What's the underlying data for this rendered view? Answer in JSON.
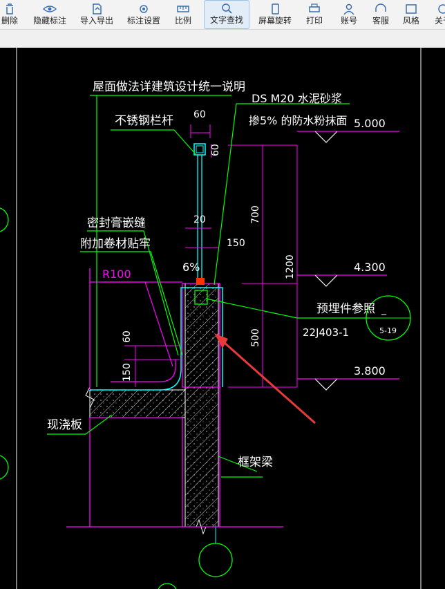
{
  "toolbar": {
    "items": [
      {
        "label": "删除",
        "icon": "delete-icon"
      },
      {
        "label": "隐藏标注",
        "icon": "eye-icon"
      },
      {
        "label": "导入导出",
        "icon": "import-export-icon"
      },
      {
        "label": "标注设置",
        "icon": "settings-icon"
      },
      {
        "label": "比例",
        "icon": "scale-icon"
      },
      {
        "label": "文字查找",
        "icon": "text-search-icon",
        "active": true
      },
      {
        "label": "屏幕旋转",
        "icon": "rotate-screen-icon"
      },
      {
        "label": "打印",
        "icon": "print-icon"
      },
      {
        "label": "账号",
        "icon": "account-icon"
      },
      {
        "label": "客服",
        "icon": "headset-icon"
      },
      {
        "label": "风格",
        "icon": "style-icon"
      },
      {
        "label": "关于",
        "icon": "about-icon"
      }
    ]
  },
  "drawing": {
    "roof_note": "屋面做法详建筑设计统一说明",
    "railing_label": "不锈钢栏杆",
    "mortar_line1": "DS  M20  水泥砂浆",
    "mortar_line2": "掺5%  的防水粉抹面",
    "sealant_label": "密封膏嵌缝",
    "membrane_label": "附加卷材贴牢",
    "radius_label": "R100",
    "slope_label": "6%",
    "slab_label": "现浇板",
    "beam_label": "框架梁",
    "embed_label": "预埋件参照",
    "atlas_code": "22J403-1",
    "detail_top": "_",
    "detail_bottom": "5-19",
    "dims": {
      "d60_top": "60",
      "d60_side": "60",
      "d20": "20",
      "d150_right": "150",
      "d700": "700",
      "d1200": "1200",
      "d500": "500",
      "d60_left": "60",
      "d150_left": "150"
    },
    "elevations": [
      "5.000",
      "4.300",
      "3.800"
    ]
  },
  "colors": {
    "magenta": "#ff00ff",
    "cyan": "#00ffff",
    "green": "#00ff00",
    "white": "#ffffff",
    "arrow_red": "#e83a3a"
  }
}
